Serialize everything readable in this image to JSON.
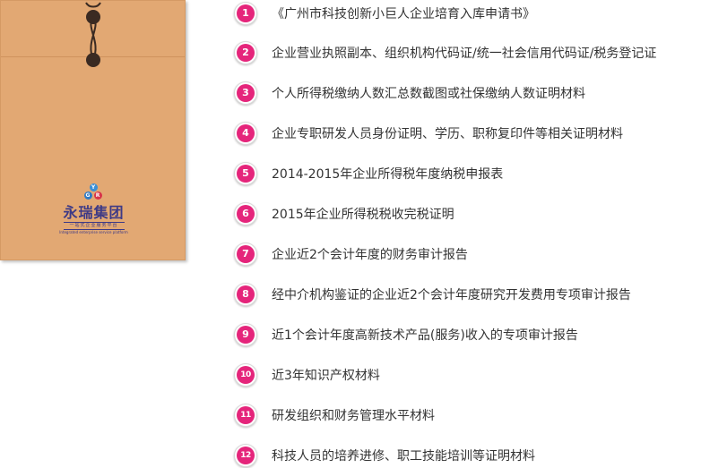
{
  "envelope": {
    "logo_letters": [
      "Y",
      "G",
      "R"
    ],
    "brand_name": "永瑞集团",
    "tagline": "一站式企业服务平台",
    "tagline_en": "Integrated enterprise service platform"
  },
  "requirements": [
    {
      "num": "1",
      "text": "《广州市科技创新小巨人企业培育入库申请书》"
    },
    {
      "num": "2",
      "text": "企业营业执照副本、组织机构代码证/统一社会信用代码证/税务登记证"
    },
    {
      "num": "3",
      "text": "个人所得税缴纳人数汇总数截图或社保缴纳人数证明材料"
    },
    {
      "num": "4",
      "text": "企业专职研发人员身份证明、学历、职称复印件等相关证明材料"
    },
    {
      "num": "5",
      "text": "2014-2015年企业所得税年度纳税申报表"
    },
    {
      "num": "6",
      "text": "2015年企业所得税税收完税证明"
    },
    {
      "num": "7",
      "text": "企业近2个会计年度的财务审计报告"
    },
    {
      "num": "8",
      "text": "经中介机构鉴证的企业近2个会计年度研究开发费用专项审计报告"
    },
    {
      "num": "9",
      "text": "近1个会计年度高新技术产品(服务)收入的专项审计报告"
    },
    {
      "num": "10",
      "text": "近3年知识产权材料"
    },
    {
      "num": "11",
      "text": "研发组织和财务管理水平材料"
    },
    {
      "num": "12",
      "text": "科技人员的培养进修、职工技能培训等证明材料"
    }
  ],
  "colors": {
    "badge": "#e5257b",
    "envelope": "#e2a873",
    "brand": "#3e3a86",
    "text": "#333333"
  }
}
